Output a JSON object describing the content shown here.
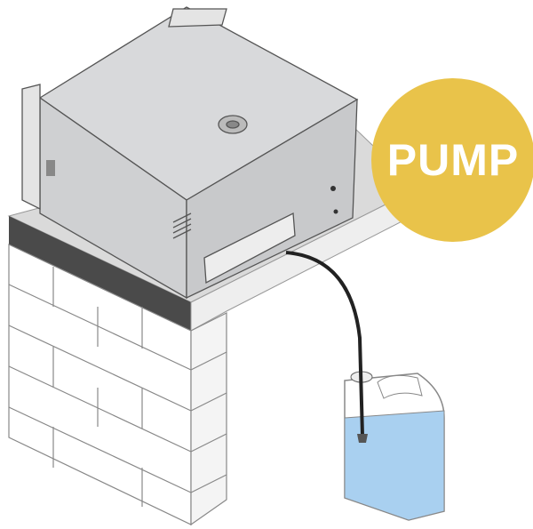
{
  "badge": {
    "label": "PUMP",
    "color": "#E9C34A"
  },
  "colors": {
    "water": "#A9D0F0",
    "slab_top": "#DADADA",
    "slab_edge": "#4A4A4A",
    "appliance": "#D4D5D7",
    "hose": "#222222"
  },
  "icons": [
    "appliance-illustration",
    "brick-wall",
    "drain-hose",
    "water-canister"
  ]
}
